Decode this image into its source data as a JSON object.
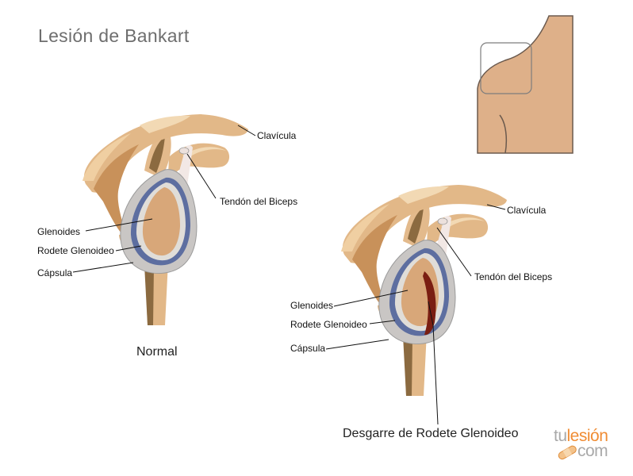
{
  "title": "Lesión de Bankart",
  "normal": {
    "caption": "Normal",
    "labels": {
      "clavicula": "Clavícula",
      "tendon": "Tendón del Biceps",
      "glenoides": "Glenoides",
      "rodete": "Rodete Glenoideo",
      "capsula": "Cápsula"
    }
  },
  "injured": {
    "caption": "Desgarre de Rodete Glenoideo",
    "labels": {
      "clavicula": "Clavícula",
      "tendon": "Tendón del Biceps",
      "glenoides": "Glenoides",
      "rodete": "Rodete Glenoideo",
      "capsula": "Cápsula"
    }
  },
  "logo": {
    "part1": "tu",
    "part2": "lesión",
    "part3": "com"
  },
  "colors": {
    "bone": "#e2b888",
    "bone_shadow": "#c8915a",
    "bone_dark": "#8b6a40",
    "capsule": "#c9c6c4",
    "rodete": "#5d6ea0",
    "glenoid": "#d8a779",
    "tendon": "#f2e8e5",
    "tear": "#7a1e12",
    "skin": "#deb089",
    "logo_grey": "#a9a9a9",
    "logo_orange": "#f08c33"
  }
}
